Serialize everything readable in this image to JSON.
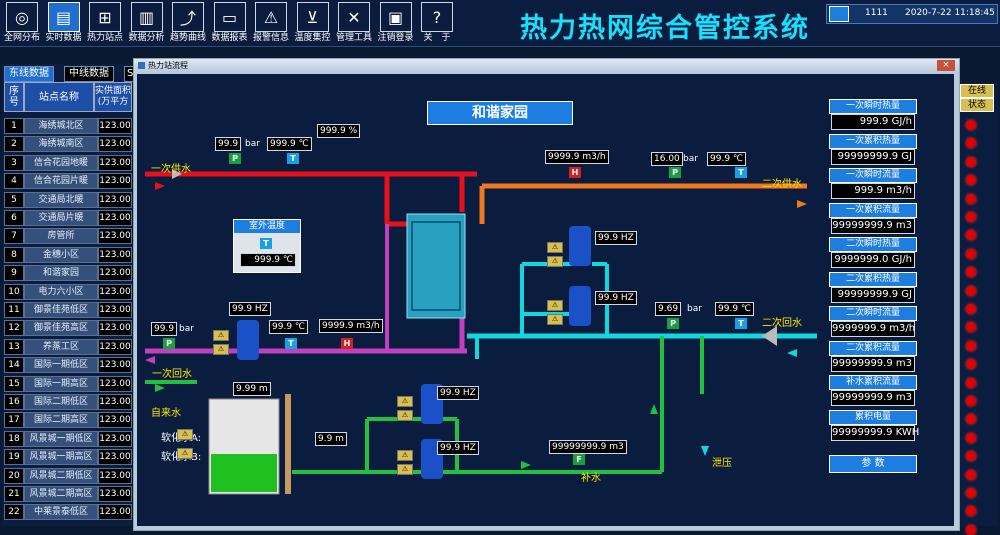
{
  "app": {
    "title": "热力热网综合管控系统",
    "user_id": "1111",
    "datetime": "2020-7-22 11:18:45"
  },
  "toolbar": [
    {
      "label": "全网分布",
      "icon": "globe-icon"
    },
    {
      "label": "实时数据",
      "icon": "document-icon",
      "active": true
    },
    {
      "label": "热力站点",
      "icon": "network-icon"
    },
    {
      "label": "数据分析",
      "icon": "bar-chart-icon"
    },
    {
      "label": "趋势曲线",
      "icon": "line-chart-icon"
    },
    {
      "label": "数据报表",
      "icon": "folder-icon"
    },
    {
      "label": "报警信息",
      "icon": "warning-icon"
    },
    {
      "label": "温度集控",
      "icon": "thermometer-icon"
    },
    {
      "label": "管理工具",
      "icon": "tools-icon"
    },
    {
      "label": "注销登录",
      "icon": "lock-icon"
    },
    {
      "label": "关　于",
      "icon": "help-icon"
    }
  ],
  "left_tabs": [
    "东线数据",
    "中线数据",
    "S"
  ],
  "table": {
    "headers": {
      "num": "序号",
      "name": "站点名称",
      "area": "实供面积(万平方"
    },
    "rows": [
      {
        "n": "1",
        "name": "海绣城北区",
        "v": "123.00"
      },
      {
        "n": "2",
        "name": "海绣城南区",
        "v": "123.00"
      },
      {
        "n": "3",
        "name": "信合花园地暖",
        "v": "123.00"
      },
      {
        "n": "4",
        "name": "信合花园片暖",
        "v": "123.00"
      },
      {
        "n": "5",
        "name": "交通局北暖",
        "v": "123.00"
      },
      {
        "n": "6",
        "name": "交通局片暖",
        "v": "123.00"
      },
      {
        "n": "7",
        "name": "房管所",
        "v": "123.00"
      },
      {
        "n": "8",
        "name": "金穗小区",
        "v": "123.00"
      },
      {
        "n": "9",
        "name": "和谐家园",
        "v": "123.00"
      },
      {
        "n": "10",
        "name": "电力六小区",
        "v": "123.00"
      },
      {
        "n": "11",
        "name": "御景佳苑低区",
        "v": "123.00"
      },
      {
        "n": "12",
        "name": "御景佳苑高区",
        "v": "123.00"
      },
      {
        "n": "13",
        "name": "养蒸工区",
        "v": "123.00"
      },
      {
        "n": "14",
        "name": "国际一期低区",
        "v": "123.00"
      },
      {
        "n": "15",
        "name": "国际一期高区",
        "v": "123.00"
      },
      {
        "n": "16",
        "name": "国际二期低区",
        "v": "123.00"
      },
      {
        "n": "17",
        "name": "国际二期高区",
        "v": "123.00"
      },
      {
        "n": "18",
        "name": "风景城一期低区",
        "v": "123.00"
      },
      {
        "n": "19",
        "name": "风景城一期高区",
        "v": "123.00"
      },
      {
        "n": "20",
        "name": "风景城二期低区",
        "v": "123.00"
      },
      {
        "n": "21",
        "name": "风景城二期高区",
        "v": "123.00"
      },
      {
        "n": "22",
        "name": "中莱景泰低区",
        "v": "123.00"
      }
    ]
  },
  "right_status": {
    "online": "在线",
    "state": "状态"
  },
  "popup": {
    "title": "热力站流程",
    "close": "×"
  },
  "scada": {
    "station": "和谐家园",
    "primary_supply": "一次供水",
    "primary_return": "一次回水",
    "secondary_supply": "二次供水",
    "secondary_return": "二次回水",
    "tap_water": "自来水",
    "softwater_a": "软化水A:",
    "softwater_b": "软化水B:",
    "makeup": "补水",
    "relief": "泄压",
    "outdoor_title": "室外温度",
    "outdoor_value": "999.9 ℃",
    "valve_pct": "999.9 %",
    "p1_bar": "99.9",
    "unit_bar": "bar",
    "t1": "999.9 ℃",
    "flow1": "9999.9 m3/h",
    "p2_bar": "16.00",
    "t2": "99.9 ℃",
    "pump_hz_a": "99.9 HZ",
    "pump_hz_b": "99.9 HZ",
    "p3_bar": "9.69",
    "t3": "99.9 ℃",
    "pr_hz": "99.9 HZ",
    "p4_bar": "99.9",
    "t4": "99.9 ℃",
    "flow4": "9999.9 m3/h",
    "tank_level": "9.99 m",
    "tank_height": "9.9 m",
    "make_hz_a": "99.9 HZ",
    "make_hz_b": "99.9 HZ",
    "makeup_flow": "99999999.9 m3",
    "tag_p": "P",
    "tag_t": "T",
    "tag_h": "H",
    "tag_f": "F"
  },
  "right_panel": [
    {
      "head": "一次瞬时热量",
      "val": "999.9 GJ/h"
    },
    {
      "head": "一次累积热量",
      "val": "99999999.9 GJ"
    },
    {
      "head": "一次瞬时流量",
      "val": "999.9 m3/h"
    },
    {
      "head": "一次累积流量",
      "val": "99999999.9 m3"
    },
    {
      "head": "二次瞬时热量",
      "val": "9999999.0 GJ/h"
    },
    {
      "head": "二次累积热量",
      "val": "99999999.9 GJ"
    },
    {
      "head": "二次瞬时流量",
      "val": "9999999.9 m3/h"
    },
    {
      "head": "二次累积流量",
      "val": "99999999.9 m3"
    },
    {
      "head": "补水累积流量",
      "val": "99999999.9 m3"
    },
    {
      "head": "累积电量",
      "val": "99999999.9 KWH"
    }
  ],
  "right_panel_button": "参 数",
  "colors": {
    "supply": "#e8101c",
    "return": "#c040c0",
    "secondary_supply": "#f07820",
    "secondary_return": "#10d8e0",
    "water": "#20c040"
  }
}
